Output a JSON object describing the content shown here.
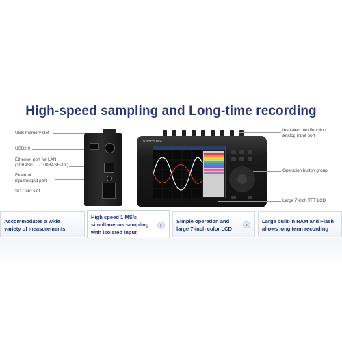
{
  "headline": "High-speed sampling and Long-time recording",
  "brand_logo": "GRAPHTEC",
  "callouts_left": {
    "usb_memory_slot": "USB memory slot",
    "usb2": "USB2.0",
    "ethernet_line1": "Ethernet port for LAN",
    "ethernet_line2": "(10BASE-T · 100BASE-TX)",
    "external_line1": "External",
    "external_line2": "input/output port",
    "sd_card_slot": "SD Card slot"
  },
  "callouts_right": {
    "insulated_line1": "Insulated multifunction",
    "insulated_line2": "analog input port",
    "operation_button_group": "Operation button group",
    "large_lcd": "Large 7-inch TFT LCD"
  },
  "features": [
    {
      "line1": "Accommodates a wide",
      "line2": "variety of measurements",
      "line3": ""
    },
    {
      "line1": "High speed 1 MS/s",
      "line2": "simultaneous sampling",
      "line3": "with isolated input"
    },
    {
      "line1": "Simple operation and",
      "line2": "large 7-inch color LCD",
      "line3": ""
    },
    {
      "line1": "Large built-in RAM and Flash",
      "line2": "allows long term recording",
      "line3": ""
    }
  ],
  "colors": {
    "headline": "#2a3674",
    "feature_text": "#1f3470",
    "device_body": "#1c1c1c",
    "waveform_white": "#ffffff",
    "waveform_red": "#e43c3c"
  }
}
